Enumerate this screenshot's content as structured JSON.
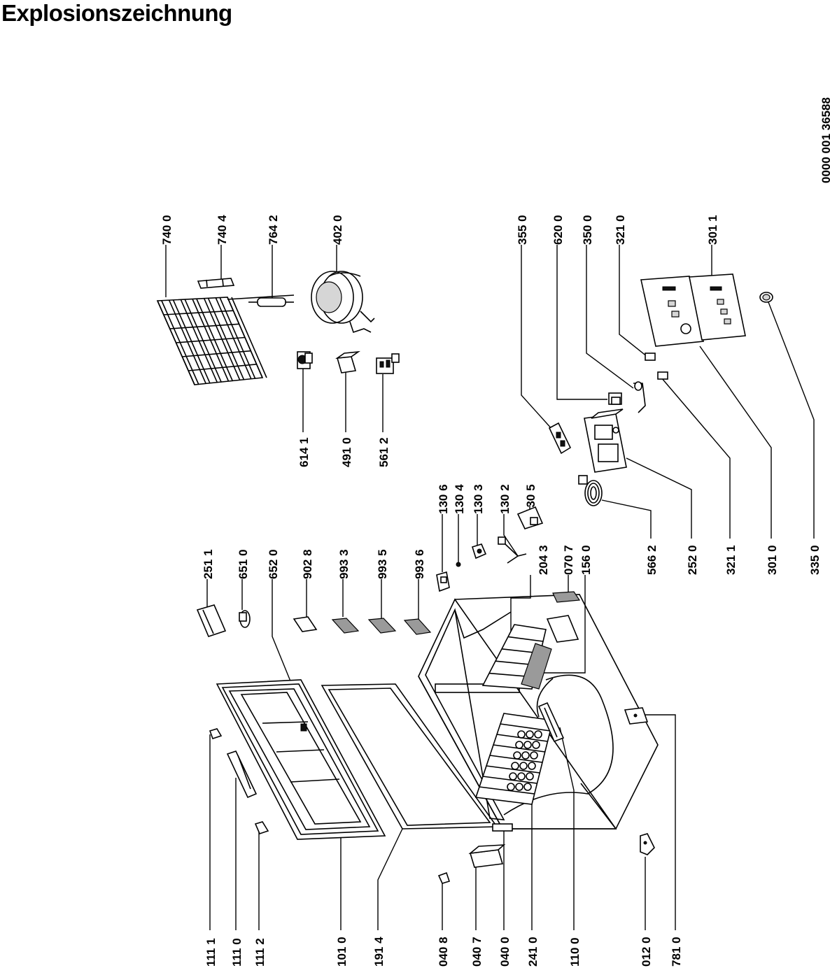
{
  "title": "Explosionszeichnung",
  "doc_number": "0000 001 36588",
  "part_labels": [
    "740 0",
    "740 4",
    "764 2",
    "402 0",
    "355 0",
    "620 0",
    "350 0",
    "321 0",
    "301 1",
    "614 1",
    "491 0",
    "561 2",
    "130 6",
    "130 4",
    "130 3",
    "130 2",
    "130 5",
    "566 2",
    "252 0",
    "321 1",
    "301 0",
    "335 0",
    "251 1",
    "651 0",
    "652 0",
    "902 8",
    "993 3",
    "993 5",
    "993 6",
    "204 3",
    "070 7",
    "156 0",
    "111 1",
    "111 0",
    "111 2",
    "101 0",
    "191 4",
    "040 8",
    "040 7",
    "040 0",
    "241 0",
    "110 0",
    "012 0",
    "781 0"
  ]
}
